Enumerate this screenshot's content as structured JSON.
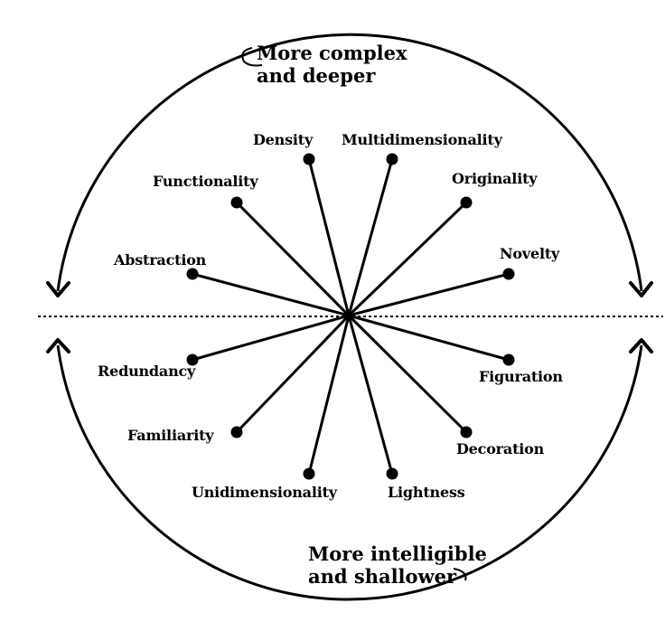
{
  "captions": {
    "top_line1": "More complex",
    "top_line2": "and deeper",
    "bottom_line1": "More intelligible",
    "bottom_line2": "and shallower"
  },
  "spokes": [
    {
      "key": "density",
      "label": "Density"
    },
    {
      "key": "multidimensionality",
      "label": "Multidimensionality"
    },
    {
      "key": "functionality",
      "label": "Functionality"
    },
    {
      "key": "originality",
      "label": "Originality"
    },
    {
      "key": "abstraction",
      "label": "Abstraction"
    },
    {
      "key": "novelty",
      "label": "Novelty"
    },
    {
      "key": "redundancy",
      "label": "Redundancy"
    },
    {
      "key": "figuration",
      "label": "Figuration"
    },
    {
      "key": "familiarity",
      "label": "Familiarity"
    },
    {
      "key": "decoration",
      "label": "Decoration"
    },
    {
      "key": "unidimensionality",
      "label": "Unidimensionality"
    },
    {
      "key": "lightness",
      "label": "Lightness"
    }
  ]
}
